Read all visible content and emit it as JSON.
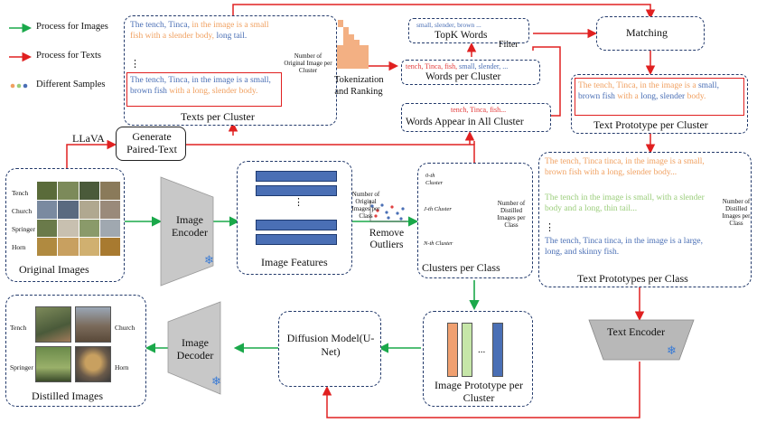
{
  "legend": {
    "images": "Process for Images",
    "texts": "Process for Texts",
    "samples": "Different Samples"
  },
  "texts_per_cluster": {
    "title": "Texts per Cluster",
    "side_note": "Number of Original Image per Cluster",
    "item1": [
      {
        "t": "The tench, Tinca,",
        "c": "blue"
      },
      {
        "t": " in the image is a small fish with a slender body, ",
        "c": "orange"
      },
      {
        "t": "long tail.",
        "c": "blue"
      }
    ],
    "dots": "⋮",
    "item2": [
      {
        "t": "The tench, Tinca,",
        "c": "blue"
      },
      {
        "t": " in the image is a small, brown fish ",
        "c": "blue"
      },
      {
        "t": "with a long, slender body.",
        "c": "orange"
      }
    ]
  },
  "tokenization": {
    "label": "Tokenization and Ranking"
  },
  "topk": {
    "title": "TopK Words",
    "words": "small, slender, brown ..."
  },
  "filter": {
    "label": "Filter"
  },
  "words_per_cluster": {
    "title": "Words per Cluster",
    "words_red": "tench, Tinca, fish,",
    "words_blue": " small, slender, ..."
  },
  "words_all": {
    "title": "Words Appear in All Cluster",
    "words": "tench, Tinca, fish..."
  },
  "matching": {
    "label": "Matching"
  },
  "text_proto": {
    "title": "Text Prototype per Cluster",
    "text": [
      {
        "t": "The tench, Tinca, in the image is a ",
        "c": "orange"
      },
      {
        "t": "small, brown fish ",
        "c": "blue"
      },
      {
        "t": "with a ",
        "c": "orange"
      },
      {
        "t": "long, slender ",
        "c": "blue"
      },
      {
        "t": "body.",
        "c": "orange"
      }
    ]
  },
  "text_protos": {
    "title": "Text Prototypes per Class",
    "side_note": "Number of Distilled Images per Class",
    "item1": "The tench, Tinca tinca, in the image is a small, brown fish with a long, slender body...",
    "item2": "The tench in the image is small, with a slender body and a long, thin tail...",
    "dots": "⋮",
    "item3": "The tench, Tinca tinca, in the image is a large, long, and skinny fish."
  },
  "llava": {
    "label": "LLaVA"
  },
  "generate": {
    "label": "Generate Paired-Text"
  },
  "original_images": {
    "title": "Original Images",
    "classes": [
      "Tench",
      "Church",
      "Springer",
      "Horn"
    ]
  },
  "image_encoder": {
    "label": "Image Encoder"
  },
  "image_features": {
    "title": "Image Features",
    "side_note": "Number of Original Images per Class",
    "dots": "⋮"
  },
  "remove_outliers": {
    "label": "Remove Outliers"
  },
  "clusters": {
    "title": "Clusters per Class",
    "side_note": "Number of Distilled Images per Class",
    "labels": [
      "0-th Cluster",
      "J-th Cluster",
      "N-th Cluster"
    ]
  },
  "text_encoder": {
    "label": "Text Encoder"
  },
  "image_prototype": {
    "title": "Image Prototype per Cluster",
    "dots": "..."
  },
  "diffusion": {
    "label": "Diffusion Model(U-Net)"
  },
  "image_decoder": {
    "label": "Image Decoder"
  },
  "distilled_images": {
    "title": "Distilled Images",
    "classes": [
      "Tench",
      "Church",
      "Springer",
      "Horn"
    ]
  },
  "colors": {
    "green_arrow": "#1aa84a",
    "red_arrow": "#e02020",
    "box_border": "#233a6b",
    "feature_bar": "#4a6fb5",
    "orange_bar": "#f0a070",
    "teal_bar": "#8ed0c4",
    "green_bar": "#c6e6a8",
    "blue_bar": "#4a6fb5"
  }
}
